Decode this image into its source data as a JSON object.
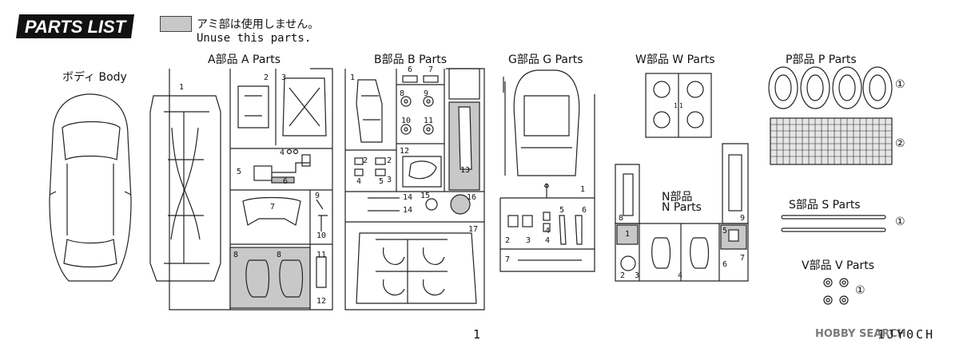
{
  "header": {
    "title": "PARTS LIST",
    "legend_jp": "アミ部は使用しません。",
    "legend_en": "Unuse this parts."
  },
  "sections": {
    "body": "ボディ  Body",
    "a": "A部品  A Parts",
    "b": "B部品  B Parts",
    "g": "G部品  G Parts",
    "w": "W部品  W Parts",
    "p": "P部品  P Parts",
    "n_jp": "N部品",
    "n_en": "N Parts",
    "s": "S部品  S Parts",
    "v": "V部品  V Parts"
  },
  "part_numbers": {
    "a": [
      "1",
      "2",
      "3",
      "4",
      "5",
      "6",
      "7",
      "8",
      "8",
      "9",
      "10",
      "11",
      "12"
    ],
    "b": [
      "1",
      "2",
      "2",
      "3",
      "4",
      "5",
      "6",
      "7",
      "8",
      "9",
      "10",
      "11",
      "12",
      "13",
      "14",
      "14",
      "15",
      "16",
      "17"
    ],
    "g": [
      "1",
      "2",
      "3",
      "4",
      "4",
      "5",
      "6",
      "7"
    ],
    "w": [
      "1",
      "1"
    ],
    "n": [
      "1",
      "2",
      "3",
      "4",
      "5",
      "6",
      "7",
      "8",
      "9"
    ]
  },
  "circled": {
    "p1": "①",
    "p2": "②",
    "s1": "①",
    "v1": "①"
  },
  "footer": {
    "page": "1",
    "code": "1JY0CH",
    "watermark": "HOBBY SEARCH"
  },
  "colors": {
    "unused_fill": "#c8c8c8",
    "line": "#222222"
  }
}
